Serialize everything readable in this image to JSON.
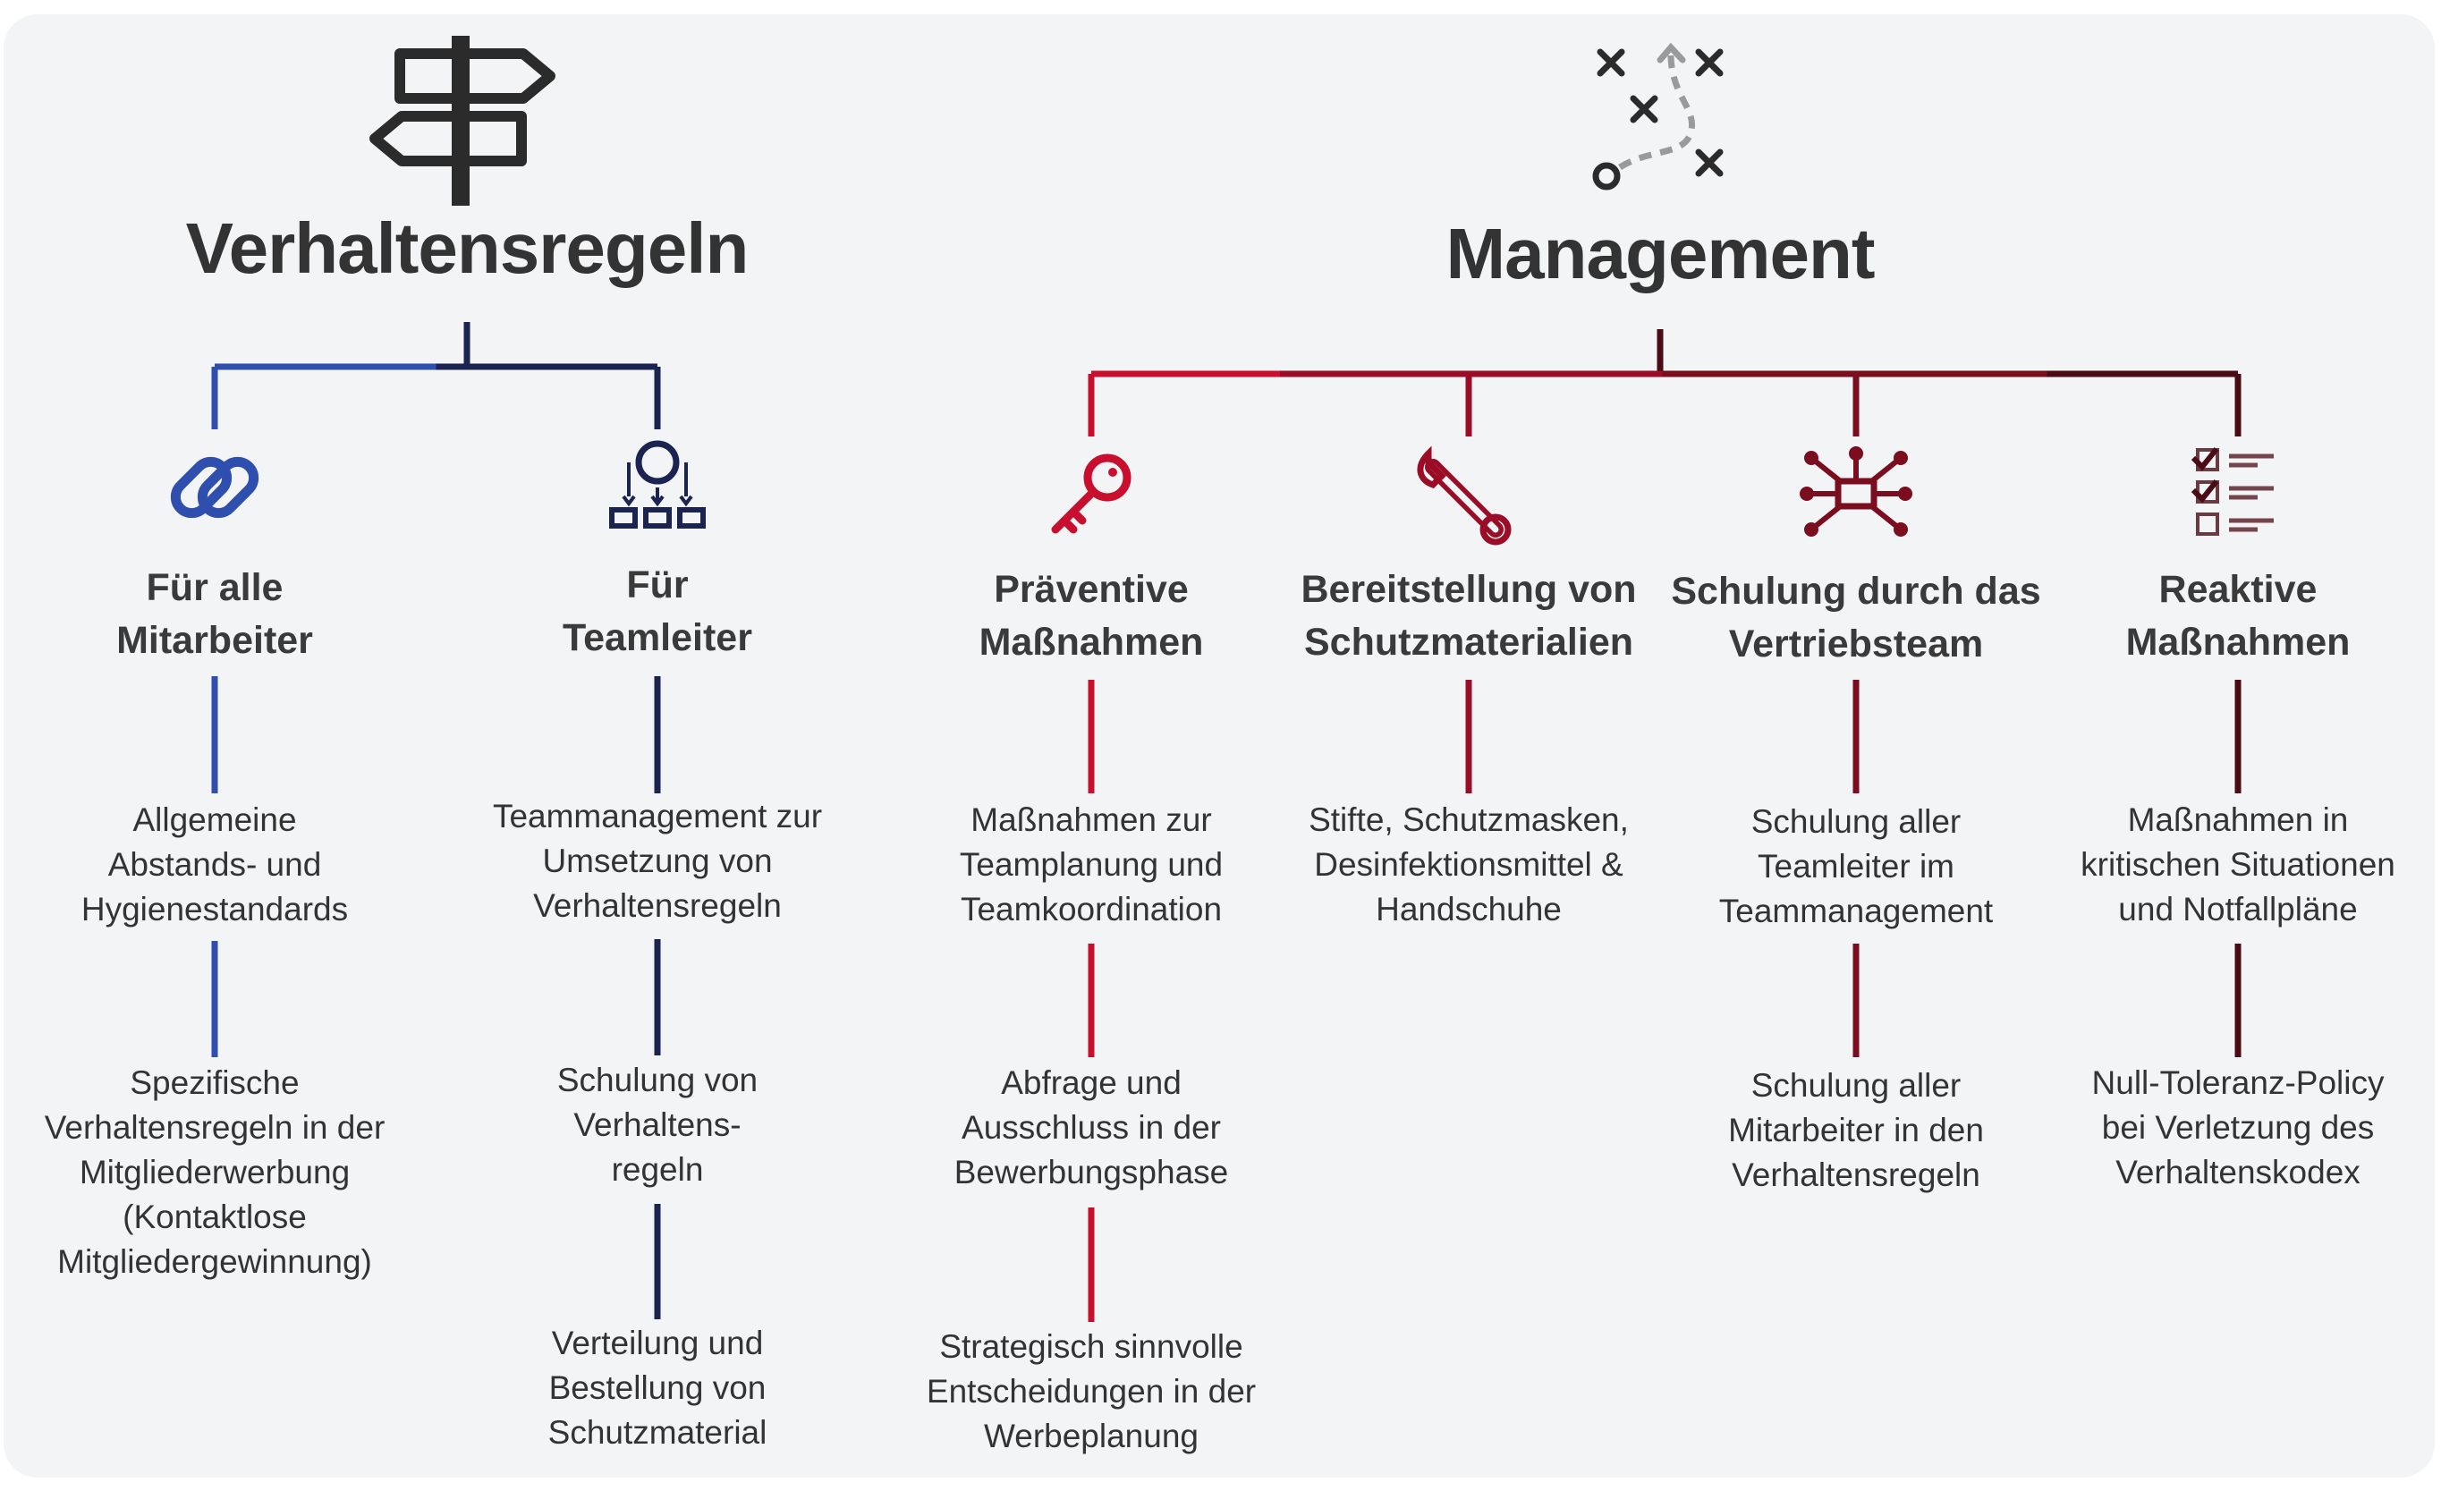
{
  "sections": {
    "verhaltensregeln": {
      "title": "Verhaltensregeln",
      "icon": "signpost-icon",
      "columns": [
        {
          "icon": "link-chain-icon",
          "color": "#2f4fae",
          "heading_lines": [
            "Für alle",
            "Mitarbeiter"
          ],
          "items": [
            [
              "Allgemeine",
              "Abstands- und",
              "Hygienestandards"
            ],
            [
              "Spezifische",
              "Verhaltensregeln in der",
              "Mitgliederwerbung",
              "(Kontaktlose",
              "Mitgliedergewinnung)"
            ]
          ]
        },
        {
          "icon": "team-hierarchy-icon",
          "color": "#1b2350",
          "heading_lines": [
            "Für",
            "Teamleiter"
          ],
          "items": [
            [
              "Teammanagement zur",
              "Umsetzung von",
              "Verhaltensregeln"
            ],
            [
              "Schulung von",
              "Verhaltens-",
              "regeln"
            ],
            [
              "Verteilung und",
              "Bestellung von",
              "Schutzmaterial"
            ]
          ]
        }
      ]
    },
    "management": {
      "title": "Management",
      "icon": "strategy-play-icon",
      "columns": [
        {
          "icon": "key-icon",
          "color": "#c8102e",
          "heading_lines": [
            "Präventive",
            "Maßnahmen"
          ],
          "items": [
            [
              "Maßnahmen zur",
              "Teamplanung und",
              "Teamkoordination"
            ],
            [
              "Abfrage und",
              "Ausschluss in der",
              "Bewerbungsphase"
            ],
            [
              "Strategisch sinnvolle",
              "Entscheidungen in der",
              "Werbeplanung"
            ]
          ]
        },
        {
          "icon": "wrench-icon",
          "color": "#9b0d26",
          "heading_lines": [
            "Bereitstellung von",
            "Schutzmaterialien"
          ],
          "items": [
            [
              "Stifte, Schutzmasken,",
              "Desinfektionsmittel &",
              "Handschuhe"
            ]
          ]
        },
        {
          "icon": "network-nodes-icon",
          "color": "#7a0d1e",
          "heading_lines": [
            "Schulung durch das",
            "Vertriebsteam"
          ],
          "items": [
            [
              "Schulung aller",
              "Teamleiter im",
              "Teammanagement"
            ],
            [
              "Schulung aller",
              "Mitarbeiter in den",
              "Verhaltensregeln"
            ]
          ]
        },
        {
          "icon": "checklist-icon",
          "color": "#4a0b14",
          "heading_lines": [
            "Reaktive",
            "Maßnahmen"
          ],
          "items": [
            [
              "Maßnahmen in",
              "kritischen Situationen",
              "und Notfallpläne"
            ],
            [
              "Null-Toleranz-Policy",
              "bei Verletzung des",
              "Verhaltenskodex"
            ]
          ]
        }
      ]
    }
  }
}
